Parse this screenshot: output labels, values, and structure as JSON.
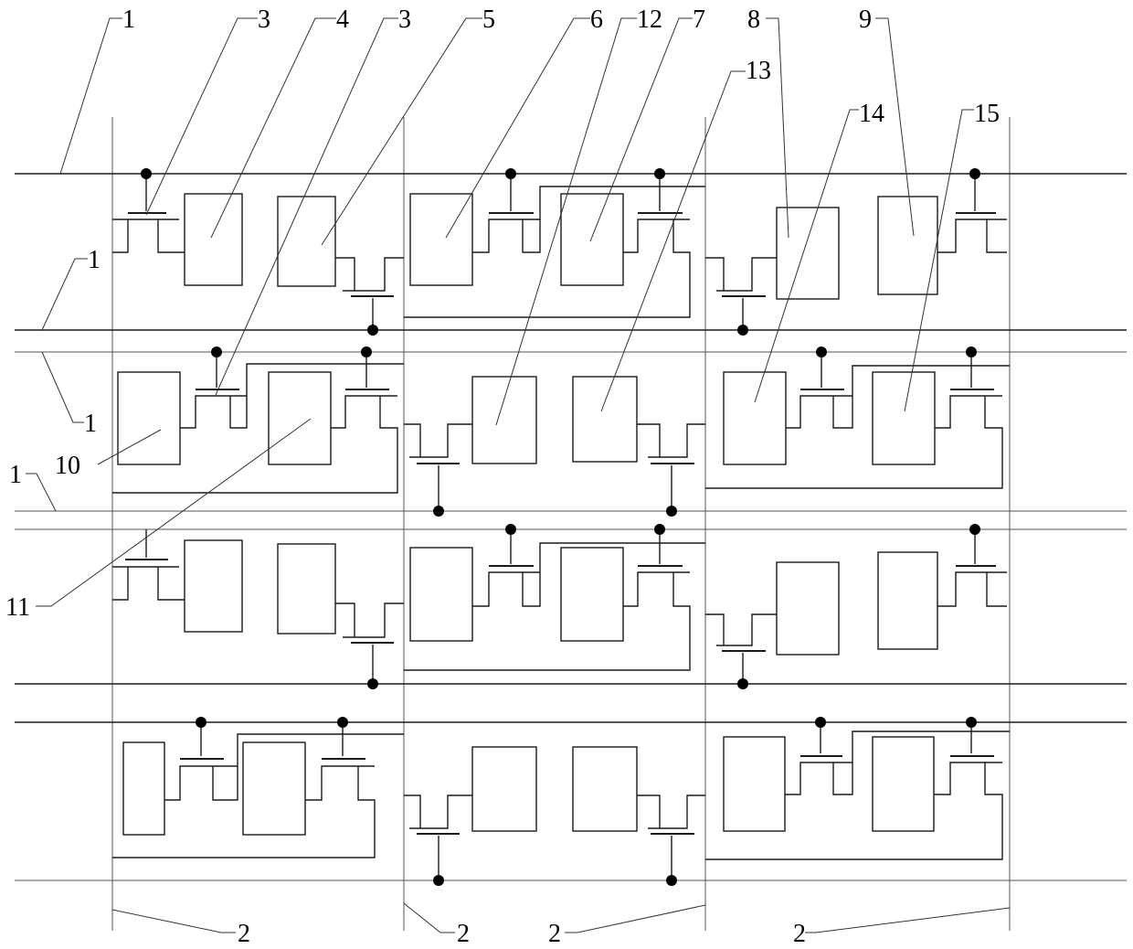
{
  "figure": {
    "labels": {
      "l1a": "1",
      "l3a": "3",
      "l4": "4",
      "l3b": "3",
      "l5": "5",
      "l6": "6",
      "l12": "12",
      "l7": "7",
      "l13": "13",
      "l8": "8",
      "l9": "9",
      "l14": "14",
      "l15": "15",
      "l1b": "1",
      "l1c": "1",
      "l1d": "1",
      "l10": "10",
      "l11": "11",
      "l2a": "2",
      "l2b": "2",
      "l2c": "2",
      "l2d": "2"
    }
  }
}
